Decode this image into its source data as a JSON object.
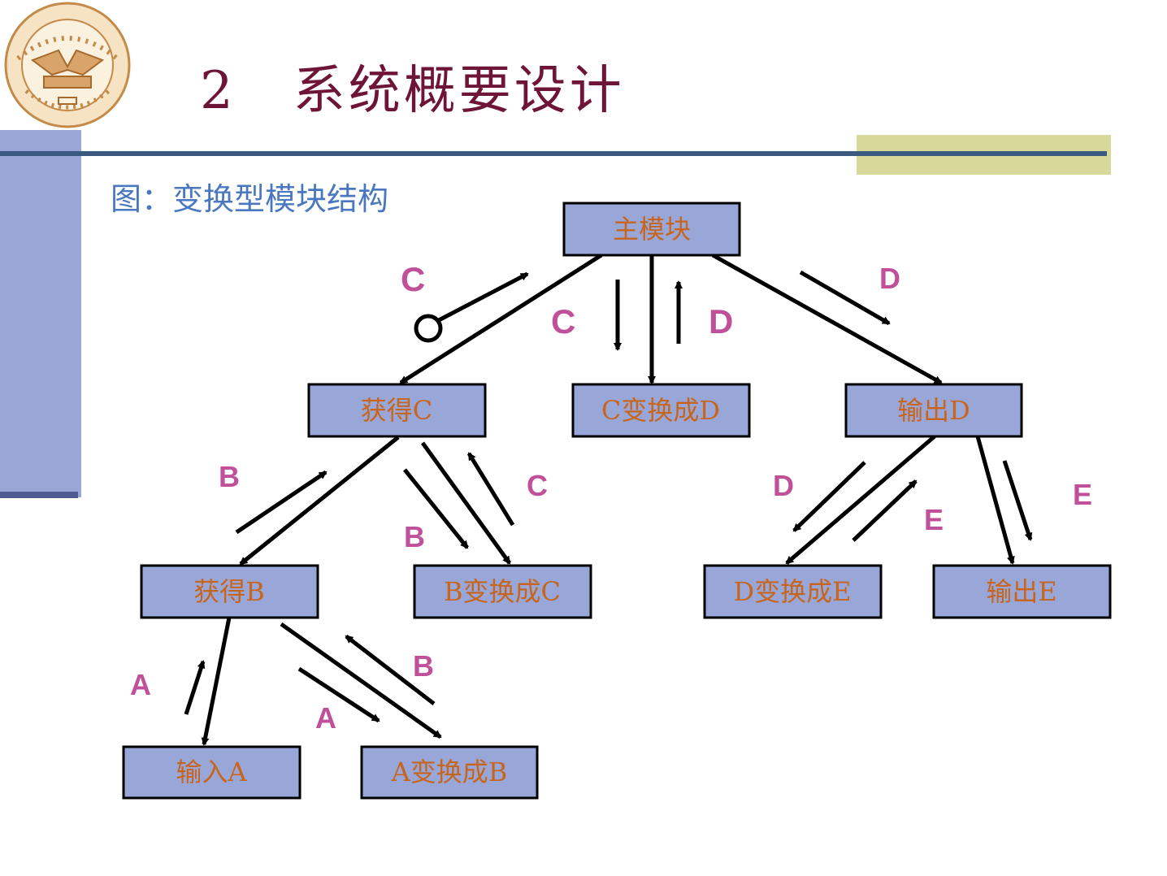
{
  "slide": {
    "number": "2",
    "title": "系统概要设计",
    "subtitle": "图：变换型模块结构"
  },
  "colors": {
    "title": "#6e1436",
    "subtitle": "#4a78c0",
    "node_fill": "#99a6d8",
    "node_text": "#c8651c",
    "flow_label": "#c0509a",
    "left_bar": "#99a6d6",
    "rule": "#3b5a80",
    "accent_box": "#d6d99a"
  },
  "logo": {
    "icon": "university-seal-icon"
  },
  "diagram": {
    "nodes": {
      "main": "主模块",
      "get_c": "获得C",
      "c_to_d": "C变换成D",
      "out_d": "输出D",
      "get_b": "获得B",
      "b_to_c": "B变换成C",
      "d_to_e": "D变换成E",
      "out_e": "输出E",
      "in_a": "输入A",
      "a_to_b": "A变换成B"
    },
    "flows": {
      "main_getc_c": "C",
      "main_cd_c": "C",
      "main_cd_d": "D",
      "main_outd_d": "D",
      "getc_getb_b": "B",
      "getc_btc_b": "B",
      "getc_btc_c": "C",
      "outd_dte_d": "D",
      "outd_dte_e": "E",
      "outd_oute_e": "E",
      "getb_ina_a": "A",
      "getb_atb_a": "A",
      "getb_atb_b": "B"
    }
  }
}
